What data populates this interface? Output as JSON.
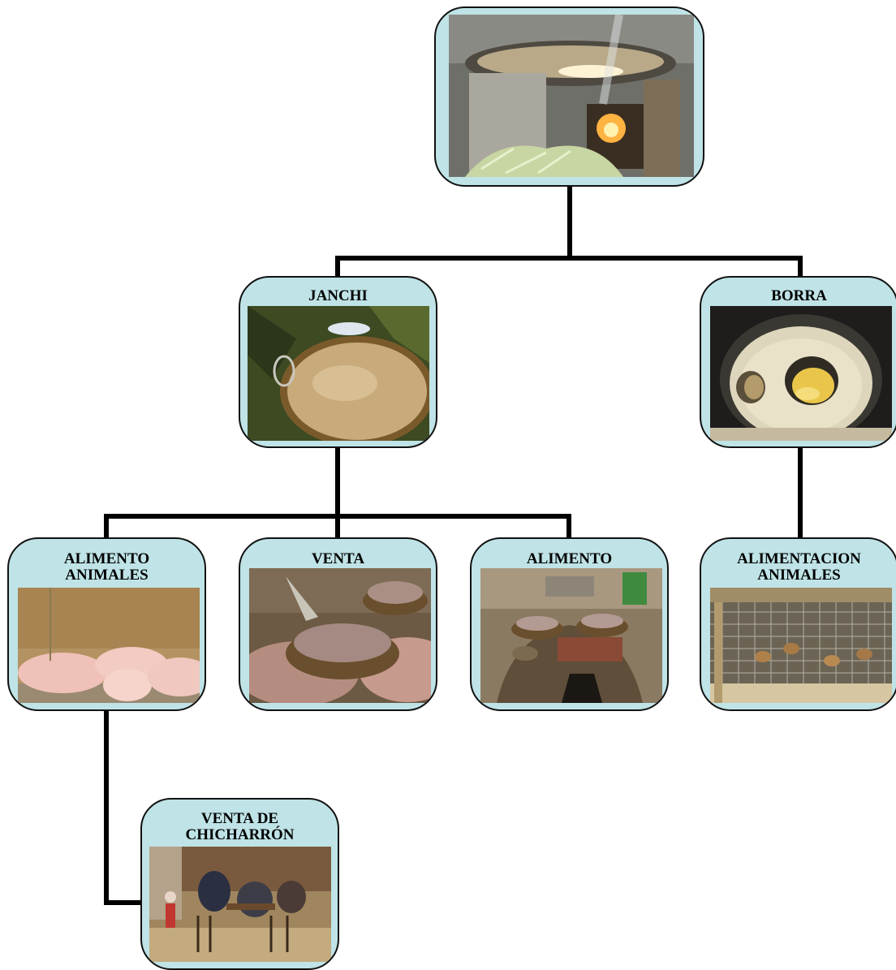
{
  "nodes": {
    "root": {
      "label_lines": [],
      "photo": "cauldron-over-fire-photo"
    },
    "janchi": {
      "label_lines": [
        "JANCHI"
      ],
      "photo": "basket-of-janchi-photo"
    },
    "borra": {
      "label_lines": [
        "BORRA"
      ],
      "photo": "borra-in-pot-photo"
    },
    "alimento_animales": {
      "label_lines": [
        "ALIMENTO",
        "ANIMALES"
      ],
      "photo": "pigs-resting-photo"
    },
    "venta": {
      "label_lines": [
        "VENTA"
      ],
      "photo": "baskets-for-sale-photo"
    },
    "alimento": {
      "label_lines": [
        "ALIMENTO"
      ],
      "photo": "baskets-on-oven-photo"
    },
    "alimentacion_animales": {
      "label_lines": [
        "ALIMENTACION",
        "ANIMALES"
      ],
      "photo": "guinea-pig-cage-photo"
    },
    "venta_chicharron": {
      "label_lines": [
        "VENTA DE",
        "CHICHARRÓN"
      ],
      "photo": "people-at-tables-photo"
    }
  },
  "colors": {
    "node_fill": "#bfe3e6",
    "border": "#111111",
    "connector": "#000000"
  }
}
